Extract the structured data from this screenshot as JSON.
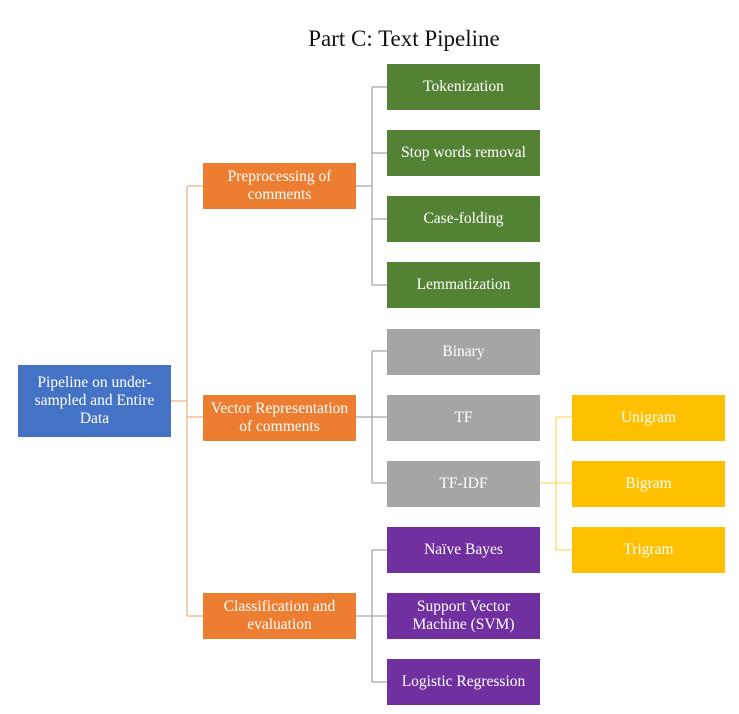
{
  "title": "Part C: Text Pipeline",
  "colors": {
    "root": "#4472c4",
    "stage": "#ed7d31",
    "preprocessing": "#548235",
    "vector": "#a5a5a5",
    "classification": "#7030a0",
    "ngram": "#ffc000"
  },
  "root": "Pipeline on under-sampled and Entire Data",
  "stages": {
    "preprocessing": {
      "label": "Preprocessing of comments",
      "steps": [
        "Tokenization",
        "Stop words removal",
        "Case-folding",
        "Lemmatization"
      ]
    },
    "vector": {
      "label": "Vector Representation of comments",
      "steps": [
        "Binary",
        "TF",
        "TF-IDF"
      ],
      "ngrams": [
        "Unigram",
        "Bigram",
        "Trigram"
      ]
    },
    "classification": {
      "label": "Classification and evaluation",
      "steps": [
        "Naïve Bayes",
        "Support Vector Machine (SVM)",
        "Logistic Regression"
      ]
    }
  }
}
